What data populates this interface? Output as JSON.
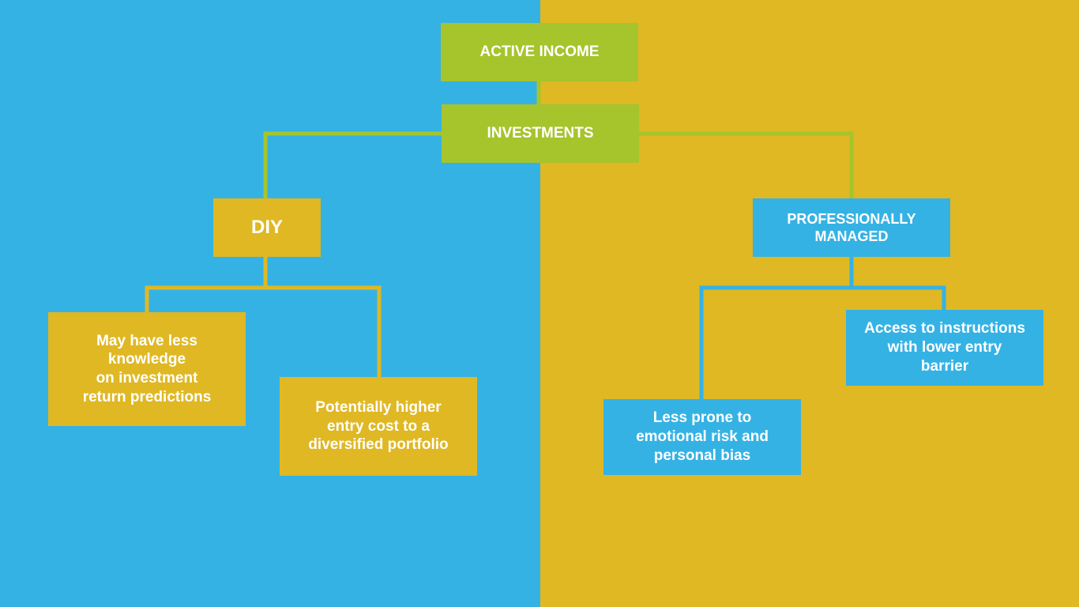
{
  "colors": {
    "background_left": "#35b2e4",
    "background_right": "#dfb824",
    "green": "#a6c42c",
    "yellow": "#dfb824",
    "blue": "#35b2e4",
    "text": "#ffffff"
  },
  "nodes": {
    "active_income": "ACTIVE INCOME",
    "investments": "INVESTMENTS",
    "diy": "DIY",
    "professionally_managed": "PROFESSIONALLY\nMANAGED",
    "diy_point_1": "May have less\nknowledge\non investment\nreturn predictions",
    "diy_point_2": "Potentially higher\nentry cost to a\ndiversified portfolio",
    "pro_point_1": "Less prone to\nemotional risk and\npersonal bias",
    "pro_point_2": "Access to instructions\nwith lower entry\nbarrier"
  }
}
